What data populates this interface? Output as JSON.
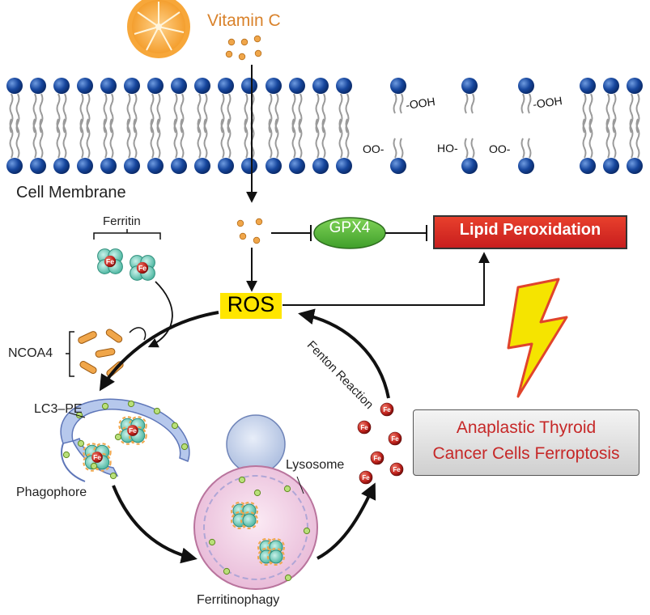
{
  "labels": {
    "vitamin_c": "Vitamin C",
    "cell_membrane": "Cell Membrane",
    "ferritin": "Ferritin",
    "ncoa4": "NCOA4",
    "lc3_pe": "LC3–PE",
    "phagophore": "Phagophore",
    "lysosome": "Lysosome",
    "ferritinophagy": "Ferritinophagy",
    "fenton_reaction": "Fenton Reaction",
    "gpx4": "GPX4",
    "lipid_peroxidation": "Lipid Peroxidation",
    "ros": "ROS",
    "outcome_line1": "Anaplastic Thyroid",
    "outcome_line2": "Cancer Cells Ferroptosis"
  },
  "lipid_groups": {
    "ooh": "-OOH",
    "oo": "OO-",
    "ho": "HO-"
  },
  "fe_symbol": "Fe",
  "colors": {
    "vitamin_c_text": "#d9822b",
    "membrane_head": "#17479e",
    "ros_box": "#ffe600",
    "gpx4_fill": "#4caf34",
    "lipid_box": "#d42a22",
    "outcome_text": "#c62828",
    "lightning": "#f5e400",
    "iron": "#c0221c",
    "ferritin_teal": "#5cc8b4",
    "ncoa4": "#f0a64a"
  }
}
